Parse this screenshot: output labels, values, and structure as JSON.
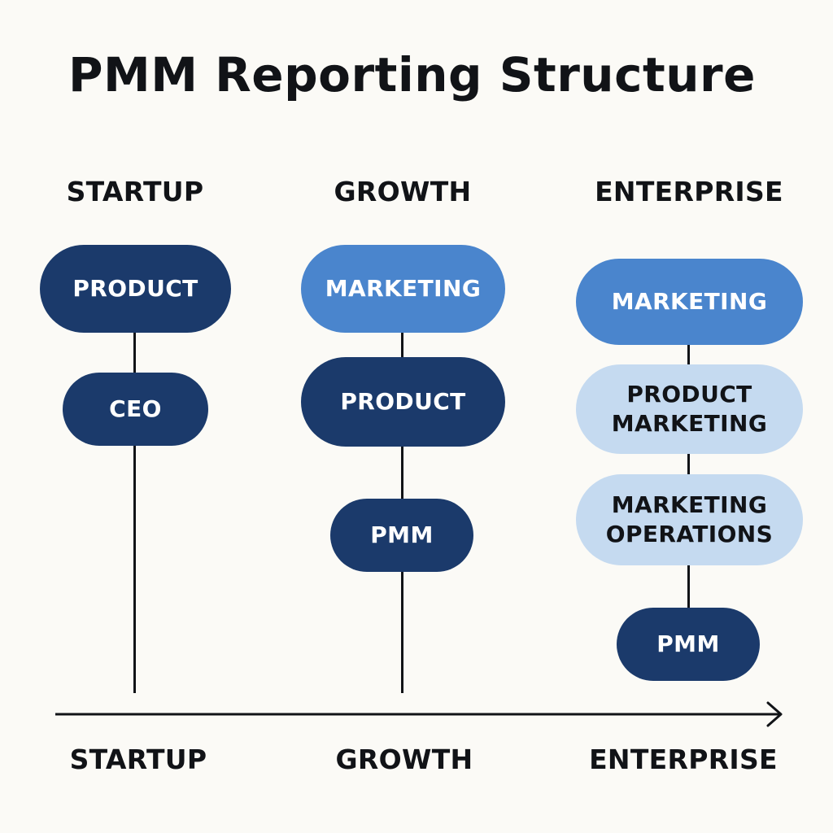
{
  "title": "PMM Reporting Structure",
  "columns": [
    {
      "heading": "STARTUP",
      "nodes": [
        {
          "label": "PRODUCT",
          "style": "dark"
        },
        {
          "label": "CEO",
          "style": "dark"
        }
      ]
    },
    {
      "heading": "GROWTH",
      "nodes": [
        {
          "label": "MARKETING",
          "style": "mid"
        },
        {
          "label": "PRODUCT",
          "style": "dark"
        },
        {
          "label": "PMM",
          "style": "dark"
        }
      ]
    },
    {
      "heading": "ENTERPRISE",
      "nodes": [
        {
          "label": "MARKETING",
          "style": "mid"
        },
        {
          "line1": "PRODUCT",
          "line2": "MARKETING",
          "style": "light"
        },
        {
          "line1": "MARKETING",
          "line2": "OPERATIONS",
          "style": "light"
        },
        {
          "label": "PMM",
          "style": "dark"
        }
      ]
    }
  ],
  "axis": {
    "labels": [
      "STARTUP",
      "GROWTH",
      "ENTERPRISE"
    ]
  },
  "colors": {
    "background": "#fbfaf6",
    "dark_node": "#1b3a6b",
    "mid_node": "#4a85cd",
    "light_node": "#c5daf0",
    "text": "#111317"
  }
}
